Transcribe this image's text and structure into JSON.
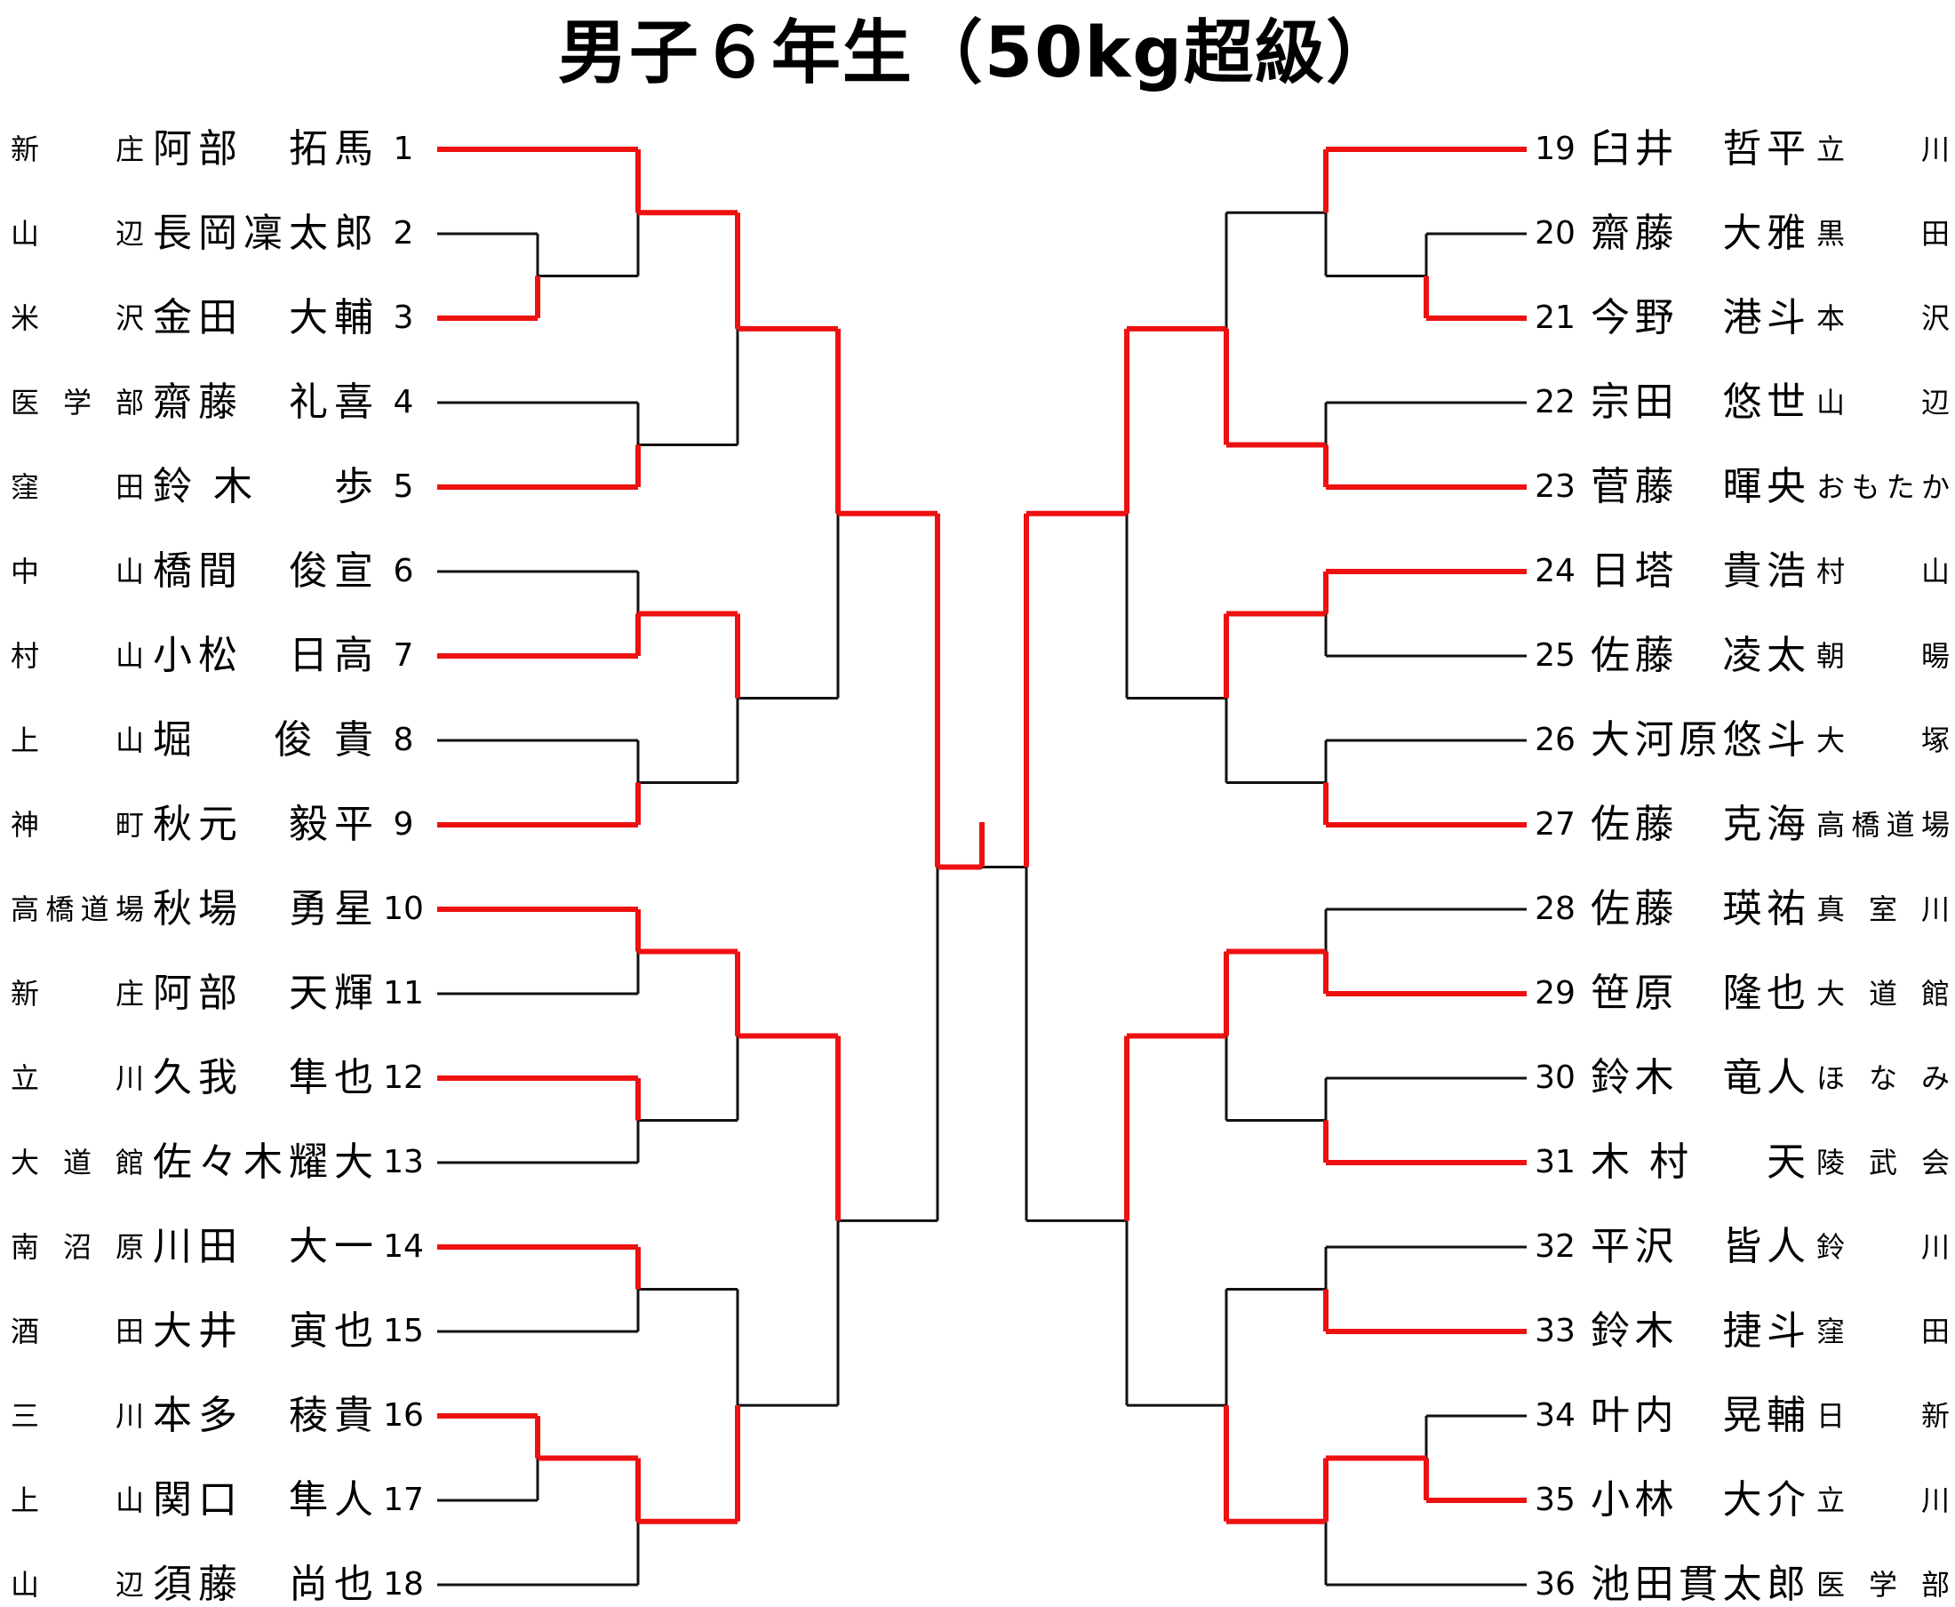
{
  "title": "男子６年生（50kg超級）",
  "colors": {
    "winner": "#ee1111",
    "loser": "#111111"
  },
  "left_entries": [
    {
      "num": "1",
      "name": "阿部　拓馬",
      "club": "新　庄"
    },
    {
      "num": "2",
      "name": "長岡凜太郎",
      "club": "山　辺"
    },
    {
      "num": "3",
      "name": "金田　大輔",
      "club": "米　沢"
    },
    {
      "num": "4",
      "name": "齋藤　礼喜",
      "club": "医学部"
    },
    {
      "num": "5",
      "name": "鈴木　歩",
      "club": "窪　田"
    },
    {
      "num": "6",
      "name": "橋間　俊宣",
      "club": "中　山"
    },
    {
      "num": "7",
      "name": "小松　日高",
      "club": "村　山"
    },
    {
      "num": "8",
      "name": "堀　俊貴",
      "club": "上　山"
    },
    {
      "num": "9",
      "name": "秋元　毅平",
      "club": "神　町"
    },
    {
      "num": "10",
      "name": "秋場　勇星",
      "club": "高橋道場"
    },
    {
      "num": "11",
      "name": "阿部　天輝",
      "club": "新　庄"
    },
    {
      "num": "12",
      "name": "久我　隼也",
      "club": "立　川"
    },
    {
      "num": "13",
      "name": "佐々木耀大",
      "club": "大道館"
    },
    {
      "num": "14",
      "name": "川田　大一",
      "club": "南沼原"
    },
    {
      "num": "15",
      "name": "大井　寅也",
      "club": "酒　田"
    },
    {
      "num": "16",
      "name": "本多　稜貴",
      "club": "三　川"
    },
    {
      "num": "17",
      "name": "関口　隼人",
      "club": "上　山"
    },
    {
      "num": "18",
      "name": "須藤　尚也",
      "club": "山　辺"
    }
  ],
  "right_entries": [
    {
      "num": "19",
      "name": "臼井　哲平",
      "club": "立　川"
    },
    {
      "num": "20",
      "name": "齋藤　大雅",
      "club": "黒　田"
    },
    {
      "num": "21",
      "name": "今野　港斗",
      "club": "本　沢"
    },
    {
      "num": "22",
      "name": "宗田　悠世",
      "club": "山　辺"
    },
    {
      "num": "23",
      "name": "菅藤　暉央",
      "club": "おもたか"
    },
    {
      "num": "24",
      "name": "日塔　貴浩",
      "club": "村　山"
    },
    {
      "num": "25",
      "name": "佐藤　凌太",
      "club": "朝　暘"
    },
    {
      "num": "26",
      "name": "大河原悠斗",
      "club": "大　塚"
    },
    {
      "num": "27",
      "name": "佐藤　克海",
      "club": "高橋道場"
    },
    {
      "num": "28",
      "name": "佐藤　瑛祐",
      "club": "真室川"
    },
    {
      "num": "29",
      "name": "笹原　隆也",
      "club": "大道館"
    },
    {
      "num": "30",
      "name": "鈴木　竜人",
      "club": "ほなみ"
    },
    {
      "num": "31",
      "name": "木村　天",
      "club": "陵武会"
    },
    {
      "num": "32",
      "name": "平沢　皆人",
      "club": "鈴　川"
    },
    {
      "num": "33",
      "name": "鈴木　捷斗",
      "club": "窪　田"
    },
    {
      "num": "34",
      "name": "叶内　晃輔",
      "club": "日　新"
    },
    {
      "num": "35",
      "name": "小林　大介",
      "club": "立　川"
    },
    {
      "num": "36",
      "name": "池田貫太郎",
      "club": "医学部"
    }
  ]
}
